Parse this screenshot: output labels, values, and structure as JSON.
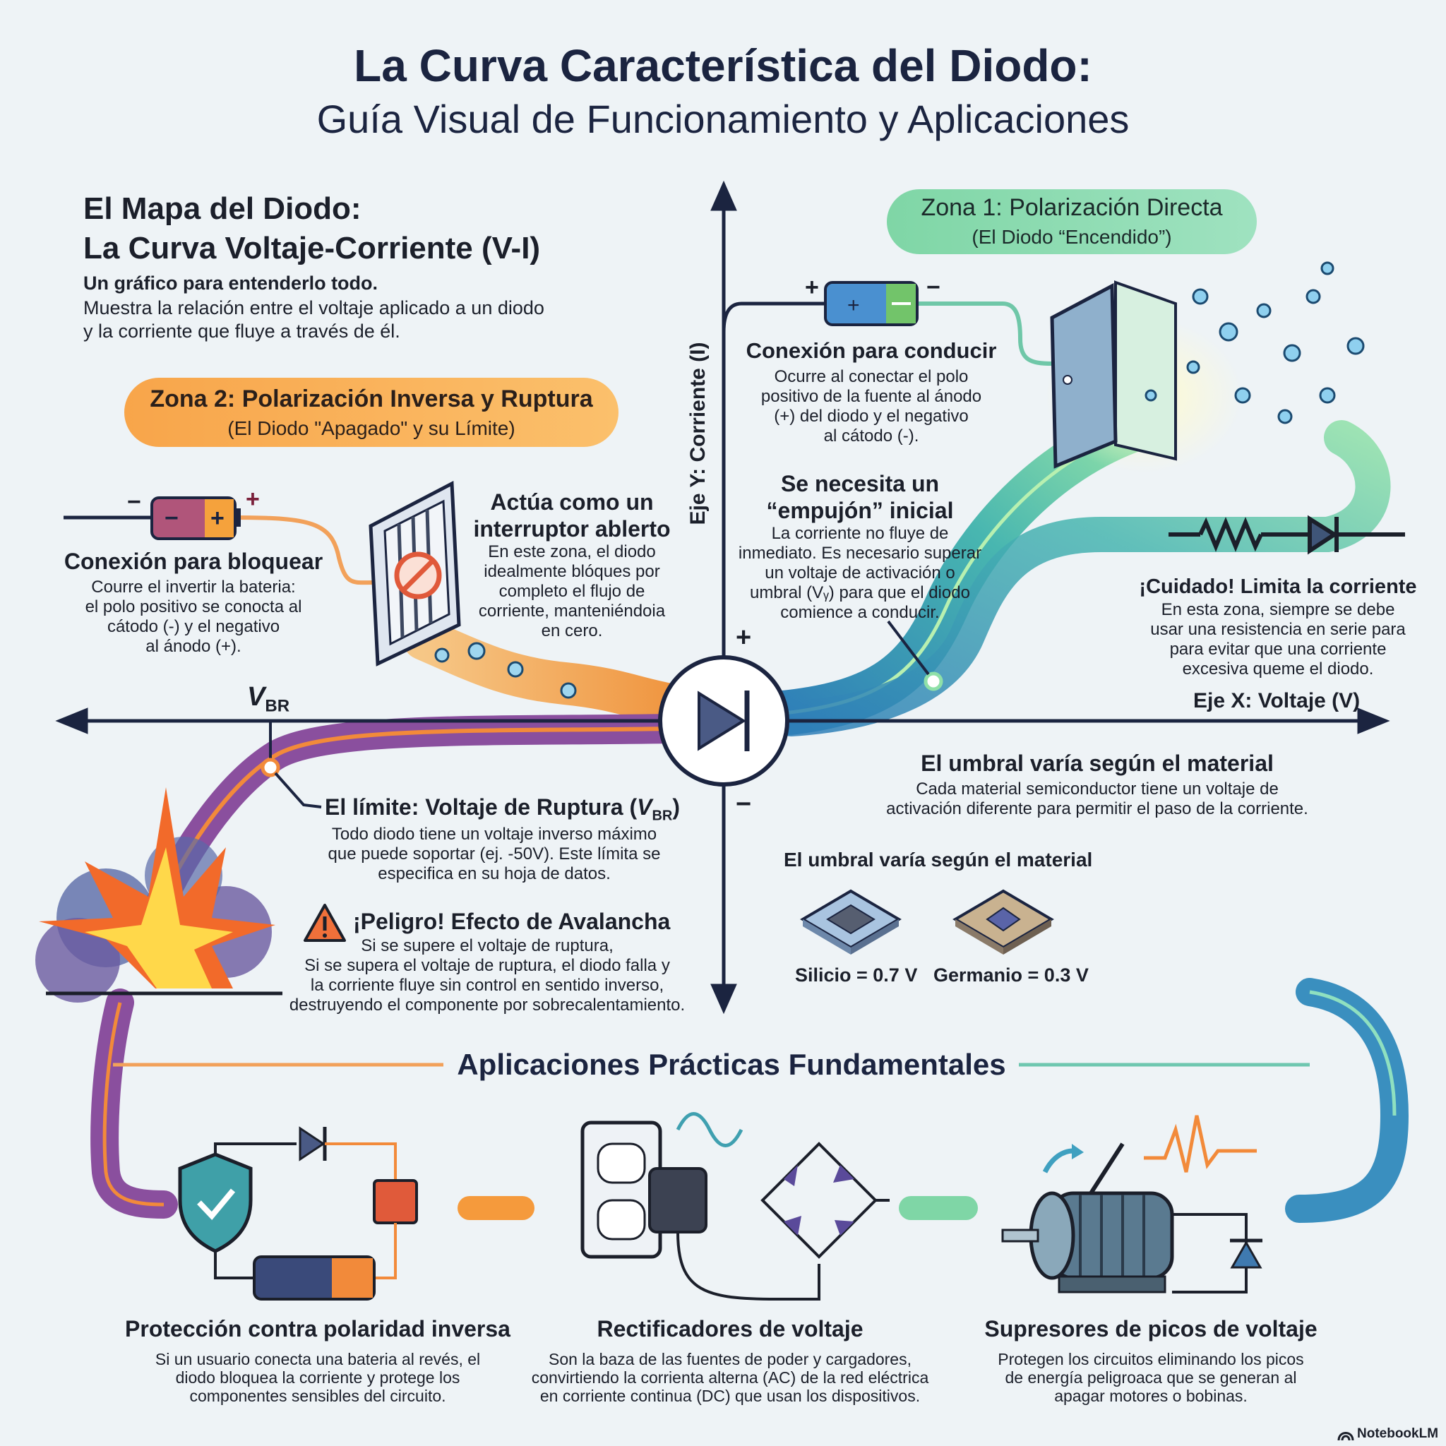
{
  "title": {
    "line1": "La Curva Característica del Diodo:",
    "line2": "Guía Visual de Funcionamiento y Aplicaciones"
  },
  "map": {
    "heading1": "El Mapa del Diodo:",
    "heading2": "La Curva Voltaje-Corriente (V-I)",
    "lead": "Un gráfico para entenderlo todo.",
    "body": "Muestra la relación entre el voltaje aplicado a un diodo\ny la corriente que fluye a través de él."
  },
  "zone2": {
    "title": "Zona 2: Polarización Inversa y Ruptura",
    "subtitle": "(El Diodo \"Apagado\" y su Límite)"
  },
  "zone1": {
    "title": "Zona 1: Polarización Directa",
    "subtitle": "(El Diodo “Encendido”)"
  },
  "signs": {
    "plus": "+",
    "minus": "−"
  },
  "block": {
    "heading": "Conexión para bloquear",
    "body": "Courre el invertir la bateria:\nel polo positivo se conocta al\ncátodo (-) y el negativo\nal ánodo (+)."
  },
  "open_switch": {
    "heading": "Actúa como un\ninterruptor ablerto",
    "body": "En este zona, el diodo\nidealmente blóques por\ncompleto el flujo de\ncorriente, manteniéndoia\nen cero."
  },
  "conduct": {
    "heading": "Conexión para conducir",
    "body": "Ocurre al conectar el polo\npositivo de la fuente al ánodo\n(+) del diodo y el negativo\nal cátodo (-)."
  },
  "push": {
    "heading": "Se necesita un\n“empujón” inicial",
    "body": "La corriente no fluye de\ninmediato. Es necesario superar\nun voltaje de activación o\numbral (Vᵧ) para que el diodo\ncomience a conducir."
  },
  "careful": {
    "heading": "¡Cuidado! Limita la corriente",
    "body": "En esta zona, siempre se debe\nusar una resistencia en serie para\npara evitar que una corriente\nexcesiva queme el diodo."
  },
  "axes": {
    "y_label": "Eje Y: Corriente (I)",
    "x_label": "Eje X: Voltaje (V)",
    "vbr_v": "V",
    "vbr_sub": "BR"
  },
  "limit": {
    "heading_prefix": "El límite: Voltaje de Ruptura (",
    "heading_v": "V",
    "heading_sub": "BR",
    "heading_suffix": ")",
    "body": "Todo diodo tiene un voltaje inverso máximo\nque puede soportar (ej. -50V). Este límita se\nespecifica en su hoja de datos."
  },
  "danger": {
    "heading": "¡Peligro! Efecto de Avalancha",
    "body": "Si se supere el voltaje de ruptura,\nSi se supera el voltaje de ruptura, el diodo falla y\nla corriente fluye sin control en sentido inverso,\ndestruyendo el componente por sobrecalentamiento."
  },
  "threshold": {
    "heading": "El umbral varía según el material",
    "body": "Cada material semiconductor tiene un voltaje de\nactivación diferente para permitir el paso de la corriente."
  },
  "materials": {
    "heading": "El umbral varía según el material",
    "items": [
      {
        "label": "Silicio = 0.7 V"
      },
      {
        "label": "Germanio = 0.3 V"
      }
    ]
  },
  "applications": {
    "heading": "Aplicaciones Prácticas Fundamentales",
    "items": [
      {
        "title": "Protección contra polaridad inversa",
        "body": "Si un usuario conecta una bateria al revés, el\ndiodo bloquea la corriente y protege los\ncomponentes sensibles del circuito."
      },
      {
        "title": "Rectificadores de voltaje",
        "body": "Son la baza de las fuentes de poder y cargadores,\nconvirtiendo la corrienta alterna (AC) de la red eléctrica\nen corriente continua (DC) que usan los dispositivos."
      },
      {
        "title": "Supresores de picos de voltaje",
        "body": "Protegen los circuitos eliminando los picos\nde energía peligroaca que se generan al\napagar motores o bobinas."
      }
    ]
  },
  "brand": "NotebookLM",
  "colors": {
    "navy": "#1b2440",
    "orange": "#f59a3c",
    "purple": "#8a4f9e",
    "teal": "#3f9fc0",
    "green": "#7fd6a6"
  }
}
